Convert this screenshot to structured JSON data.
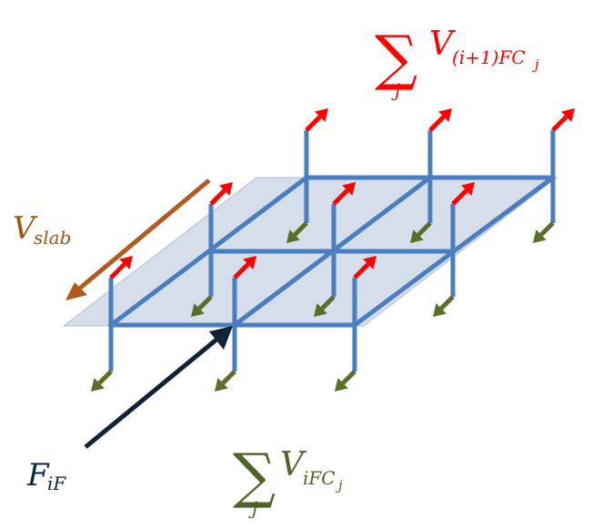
{
  "labels": {
    "top_sum_symbol": "∑",
    "top_sum_index": "j",
    "top_sum_var": "V",
    "top_sum_sub": "(i+1)FC",
    "top_sum_subsub": "j",
    "bottom_sum_symbol": "∑",
    "bottom_sum_index": "j",
    "bottom_sum_var": "V",
    "bottom_sum_sub": "iFC",
    "bottom_sum_subsub": "j",
    "slab_var": "V",
    "slab_sub": "slab",
    "force_var": "F",
    "force_sub": "iF"
  },
  "colors": {
    "frame": "#4a7ebf",
    "slab_fill": "#c7d3e3",
    "up_arrow": "#ff0000",
    "down_arrow": "#5a6e2a",
    "slab_arrow": "#b35a1f",
    "force_arrow": "#102238",
    "top_label": "#ff0000",
    "bottom_label": "#4f6228",
    "slab_label": "#9c5513",
    "force_label": "#0f2540"
  }
}
